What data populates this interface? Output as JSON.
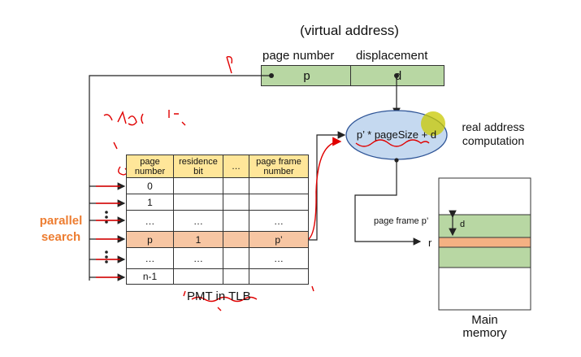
{
  "title": "(virtual address)",
  "virtual_address": {
    "page_number_label": "page number",
    "displacement_label": "displacement",
    "p_value": "p",
    "d_value": "d"
  },
  "computation": {
    "formula": "p’ * pageSize + d",
    "label_line1": "real address",
    "label_line2": "computation"
  },
  "pmt": {
    "headers": [
      "page\nnumber",
      "residence\nbit",
      "…",
      "page frame\nnumber"
    ],
    "rows": [
      [
        "0",
        "",
        "",
        ""
      ],
      [
        "1",
        "",
        "",
        ""
      ],
      [
        "…",
        "…",
        "",
        "…"
      ],
      [
        "p",
        "1",
        "",
        "p’"
      ],
      [
        "…",
        "…",
        "",
        "…"
      ],
      [
        "n-1",
        "",
        "",
        ""
      ]
    ],
    "caption": "PMT in TLB"
  },
  "parallel_search": {
    "line1": "parallel",
    "line2": "search"
  },
  "memory": {
    "page_frame_label": "page frame p’",
    "d_label": "d",
    "r_label": "r",
    "caption_line1": "Main",
    "caption_line2": "memory"
  },
  "colors": {
    "green": "#b8d7a3",
    "header_yellow": "#ffe699",
    "highlight_orange": "#f7c6a3",
    "ellipse_blue": "#c5d9f0",
    "accent_orange": "#ed7d31",
    "annotation_red": "#e00000",
    "pointer_yellow": "#c8c800"
  }
}
